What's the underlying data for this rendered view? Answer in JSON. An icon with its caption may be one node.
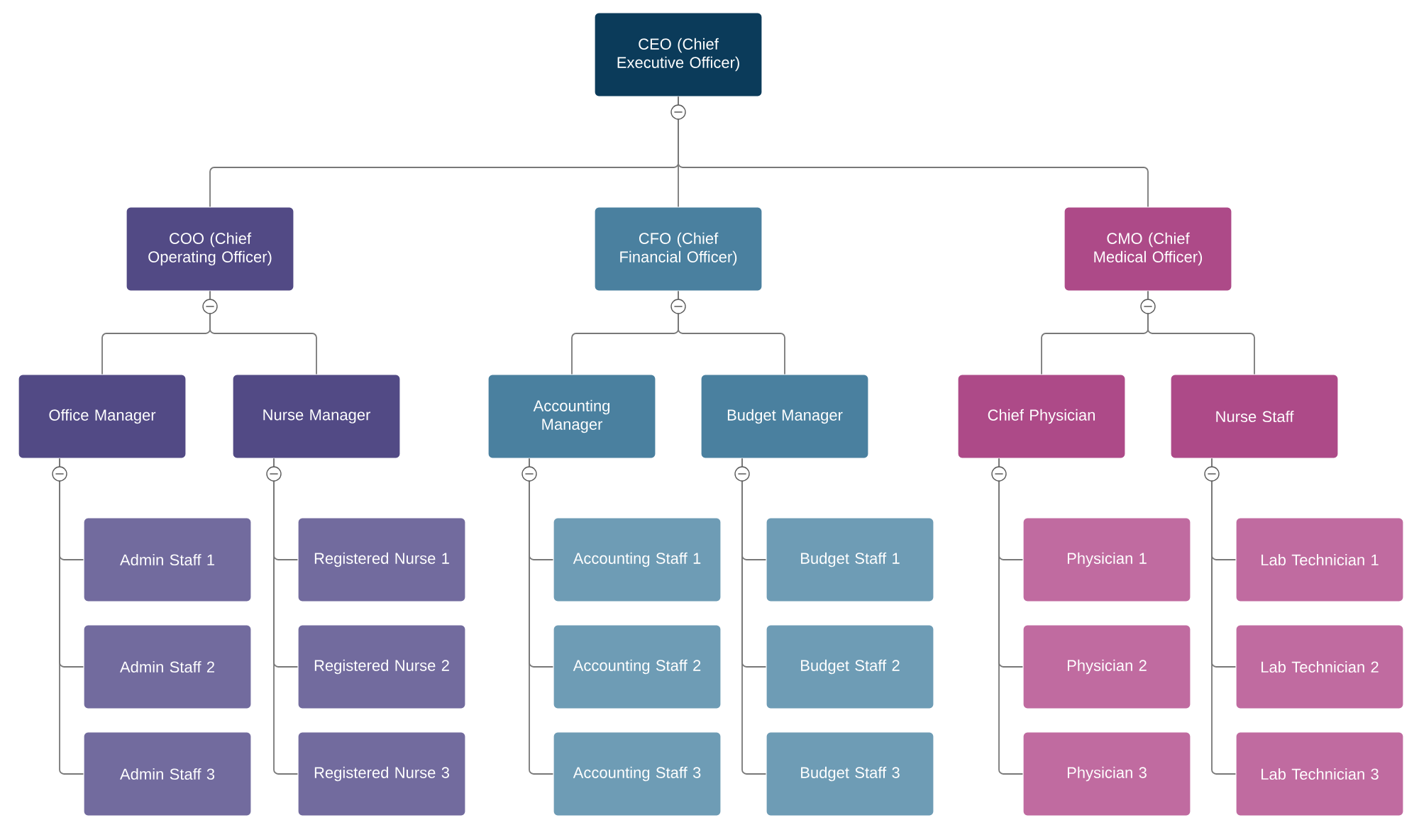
{
  "diagram": {
    "nodes": [
      {
        "text": [
          "CEO (Chief Executive Officer)"
        ]
      },
      {
        "text": [
          "COO (Chief Operating Officer)"
        ]
      },
      {
        "text": [
          "CFO (Chief Financial Officer)"
        ]
      },
      {
        "text": [
          "CMO (Chief Medical Officer)"
        ]
      },
      {
        "text": [
          "Office Manager"
        ]
      },
      {
        "text": [
          "Nurse Manager"
        ]
      },
      {
        "text": [
          "Accounting Manager"
        ]
      },
      {
        "text": [
          "Budget Manager"
        ]
      },
      {
        "text": [
          "Chief Physician"
        ]
      },
      {
        "text": [
          "Nurse Staff"
        ]
      },
      {
        "text": [
          "Admin Staff 1"
        ]
      },
      {
        "text": [
          "Registered Nurse 1"
        ]
      },
      {
        "text": [
          "Accounting Staff 1"
        ]
      },
      {
        "text": [
          "Budget Staff 1"
        ]
      },
      {
        "text": [
          "Physician 1"
        ]
      },
      {
        "text": [
          "Lab Technician 1"
        ]
      },
      {
        "text": [
          "Admin Staff 2"
        ]
      },
      {
        "text": [
          "Registered Nurse 2"
        ]
      },
      {
        "text": [
          "Accounting Staff 2"
        ]
      },
      {
        "text": [
          "Budget Staff 2"
        ]
      },
      {
        "text": [
          "Physician 2"
        ]
      },
      {
        "text": [
          "Lab Technician 2"
        ]
      },
      {
        "text": [
          "Admin Staff 3"
        ]
      },
      {
        "text": [
          "Registered Nurse 3"
        ]
      },
      {
        "text": [
          "Accounting Staff 3"
        ]
      },
      {
        "text": [
          "Budget Staff 3"
        ]
      },
      {
        "text": [
          "Physician 3"
        ]
      },
      {
        "text": [
          "Lab Technician 3"
        ]
      }
    ],
    "edges": [
      {
        "from": 0,
        "to": 1,
        "arrow": "none"
      },
      {
        "from": 0,
        "to": 2,
        "arrow": "none"
      },
      {
        "from": 0,
        "to": 3,
        "arrow": "none"
      },
      {
        "from": 1,
        "to": 4,
        "arrow": "none"
      },
      {
        "from": 1,
        "to": 5,
        "arrow": "none"
      },
      {
        "from": 2,
        "to": 6,
        "arrow": "none"
      },
      {
        "from": 2,
        "to": 7,
        "arrow": "none"
      },
      {
        "from": 3,
        "to": 8,
        "arrow": "none"
      },
      {
        "from": 3,
        "to": 9,
        "arrow": "none"
      },
      {
        "from": 4,
        "to": 10,
        "arrow": "none"
      },
      {
        "from": 4,
        "to": 16,
        "arrow": "none"
      },
      {
        "from": 4,
        "to": 22,
        "arrow": "none"
      },
      {
        "from": 5,
        "to": 11,
        "arrow": "none"
      },
      {
        "from": 5,
        "to": 17,
        "arrow": "none"
      },
      {
        "from": 5,
        "to": 23,
        "arrow": "none"
      },
      {
        "from": 6,
        "to": 12,
        "arrow": "none"
      },
      {
        "from": 6,
        "to": 18,
        "arrow": "none"
      },
      {
        "from": 6,
        "to": 24,
        "arrow": "none"
      },
      {
        "from": 7,
        "to": 13,
        "arrow": "none"
      },
      {
        "from": 7,
        "to": 19,
        "arrow": "none"
      },
      {
        "from": 7,
        "to": 25,
        "arrow": "none"
      },
      {
        "from": 8,
        "to": 14,
        "arrow": "none"
      },
      {
        "from": 8,
        "to": 20,
        "arrow": "none"
      },
      {
        "from": 8,
        "to": 26,
        "arrow": "none"
      },
      {
        "from": 9,
        "to": 15,
        "arrow": "none"
      },
      {
        "from": 9,
        "to": 21,
        "arrow": "none"
      },
      {
        "from": 9,
        "to": 27,
        "arrow": "none"
      }
    ]
  }
}
